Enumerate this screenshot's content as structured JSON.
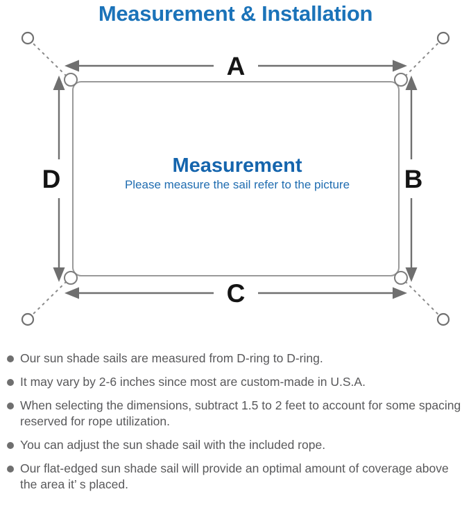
{
  "title": "Measurement & Installation",
  "diagram": {
    "labels": {
      "top": "A",
      "right": "B",
      "bottom": "C",
      "left": "D"
    },
    "center_title": "Measurement",
    "center_subtitle": "Please measure the sail refer to the picture"
  },
  "notes": [
    "Our sun shade sails are measured from D-ring to D-ring.",
    "It may vary by 2-6 inches since most are custom-made in U.S.A.",
    "When selecting the dimensions, subtract 1.5 to 2 feet to account for some spacing reserved for rope utilization.",
    "You can adjust the sun shade sail with the included rope.",
    "Our flat-edged sun shade sail will provide an optimal amount of coverage above the area it’ s placed."
  ],
  "colors": {
    "title_blue": "#1b73b9",
    "center_blue": "#1565ad",
    "subtitle_blue": "#1f6cb0",
    "line_gray": "#999999",
    "arrow_gray": "#6f6f6f",
    "rope_gray": "#8a8a8a",
    "label_black": "#141414",
    "text_gray": "#58585a",
    "bg": "#ffffff"
  }
}
